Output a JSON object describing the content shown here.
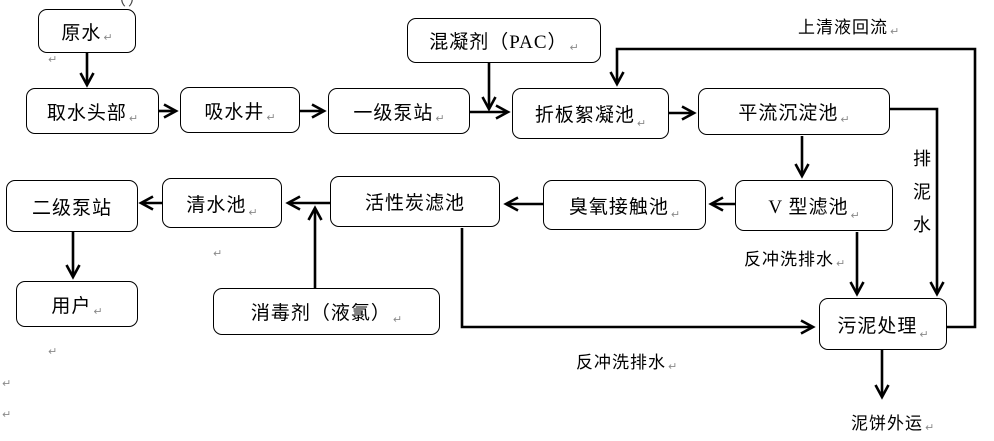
{
  "meta": {
    "return_mark": "↵",
    "top_fragment": "（）",
    "colors": {
      "line": "#000000",
      "box_border": "#000000",
      "box_fill": "#ffffff",
      "text": "#000000",
      "paragraph_mark": "#8a8a8a"
    }
  },
  "diagram": {
    "title_visible": "",
    "nodes": [
      {
        "id": "raw-water",
        "label": "原水"
      },
      {
        "id": "intake-head",
        "label": "取水头部"
      },
      {
        "id": "suction-well",
        "label": "吸水井"
      },
      {
        "id": "first-stage-pump-station",
        "label": "一级泵站"
      },
      {
        "id": "coagulant-pac",
        "label": "混凝剂（PAC）"
      },
      {
        "id": "folded-plate-flocculation",
        "label": "折板絮凝池"
      },
      {
        "id": "horizontal-sedimentation",
        "label": "平流沉淀池"
      },
      {
        "id": "v-type-filter",
        "label": "V 型滤池"
      },
      {
        "id": "ozone-contact-tank",
        "label": "臭氧接触池"
      },
      {
        "id": "activated-carbon-filter",
        "label": "活性炭滤池"
      },
      {
        "id": "clear-water-tank",
        "label": "清水池"
      },
      {
        "id": "second-stage-pump-station",
        "label": "二级泵站"
      },
      {
        "id": "users",
        "label": "用户"
      },
      {
        "id": "disinfectant-chlorine",
        "label": "消毒剂（液氯）"
      },
      {
        "id": "sludge-treatment",
        "label": "污泥处理"
      }
    ],
    "flow_labels": [
      {
        "id": "supernatant-return",
        "text": "上清液回流"
      },
      {
        "id": "sludge-drain-water",
        "text": "排泥水"
      },
      {
        "id": "backwash-drain-1",
        "text": "反冲洗排水"
      },
      {
        "id": "backwash-drain-2",
        "text": "反冲洗排水"
      },
      {
        "id": "sludge-cake-outbound",
        "text": "泥饼外运"
      }
    ],
    "edges": [
      {
        "from": "原水",
        "to": "取水头部"
      },
      {
        "from": "取水头部",
        "to": "吸水井"
      },
      {
        "from": "吸水井",
        "to": "一级泵站"
      },
      {
        "from": "一级泵站",
        "to": "折板絮凝池"
      },
      {
        "from": "混凝剂（PAC）",
        "to": "折板絮凝池进水管"
      },
      {
        "from": "折板絮凝池",
        "to": "平流沉淀池"
      },
      {
        "from": "平流沉淀池",
        "to": "V 型滤池"
      },
      {
        "from": "V 型滤池",
        "to": "臭氧接触池"
      },
      {
        "from": "臭氧接触池",
        "to": "活性炭滤池"
      },
      {
        "from": "活性炭滤池",
        "to": "清水池"
      },
      {
        "from": "清水池",
        "to": "二级泵站"
      },
      {
        "from": "二级泵站",
        "to": "用户"
      },
      {
        "from": "消毒剂（液氯）",
        "to": "清水池进水管"
      },
      {
        "from": "活性炭滤池",
        "to": "污泥处理",
        "label": "反冲洗排水"
      },
      {
        "from": "V 型滤池",
        "to": "污泥处理",
        "label": "反冲洗排水"
      },
      {
        "from": "平流沉淀池",
        "to": "污泥处理",
        "label": "排泥水"
      },
      {
        "from": "污泥处理",
        "to": "折板絮凝池",
        "label": "上清液回流"
      },
      {
        "from": "污泥处理",
        "to": "泥饼外运"
      }
    ]
  }
}
